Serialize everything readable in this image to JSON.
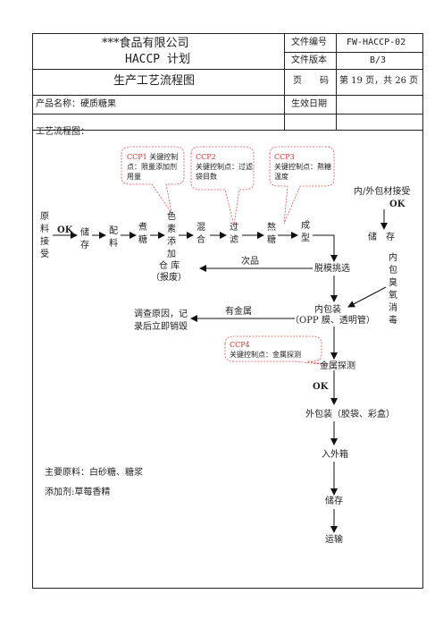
{
  "header": {
    "company": "***食品有限公司",
    "plan": "HACCP 计划",
    "doc_title": "生产工艺流程图",
    "doc_no_label": "文件编号",
    "doc_no": "FW-HACCP-02",
    "version_label": "文件版本",
    "version": "B/3",
    "page_label": "页　　码",
    "page_value": "第 19 页，共 26 页",
    "product_label": "产品名称：硬质糖果",
    "effective_label": "生效日期",
    "effective_value": ""
  },
  "body": {
    "section_title": "工艺流程图：",
    "raw_materials": "主要原料：白砂糖、糖浆",
    "additives": "添加剂:草莓香精"
  },
  "callouts": {
    "ccp1_tag": "CCP1",
    "ccp1_text": " 关键控制点：限量添加剂用量",
    "ccp2_tag": "CCP2",
    "ccp2_text": "关键控制点：过滤袋目数",
    "ccp3_tag": "CCP3",
    "ccp3_text": "关键控制点：熬糖温度",
    "ccp4_tag": "CCP4",
    "ccp4_text": "关键控制点：金属探测"
  },
  "flow": {
    "raw_accept": "原料接受",
    "ok": "OK",
    "store": "储存",
    "mix": "配料",
    "cook": "煮糖",
    "color": "色素添加",
    "blend": "混合",
    "filter": "过滤",
    "boil": "熬糖",
    "form": "成型",
    "inner_mat_accept": "内/外包材接受",
    "ok2": "OK",
    "store2": "储　存",
    "ozone": "内包臭氧消毒",
    "defect": "次品",
    "warehouse": "仓 库",
    "scrap": "（报废）",
    "demold": "脱模挑选",
    "inner_pack": "内包装",
    "inner_pack_material": "（OPP 膜、透明管）",
    "metal_found": "有金属",
    "investigate": "调查原因，记",
    "destroy": "录后立即销毁",
    "metal_detect": "金属探测",
    "ok3": "OK",
    "outer_pack": "外包装（胶袋、彩盒）",
    "boxing": "入外箱",
    "storage": "储存",
    "transport": "运输"
  }
}
